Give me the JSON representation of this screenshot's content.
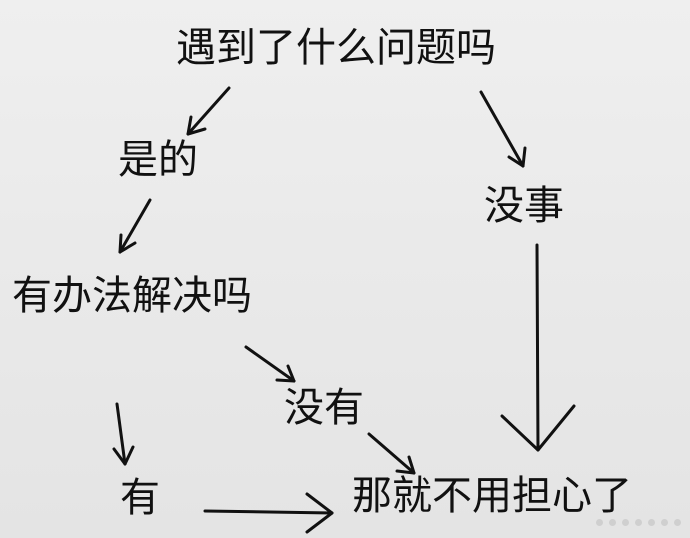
{
  "diagram": {
    "nodes": {
      "start": "遇到了什么问题吗",
      "yes": "是的",
      "fine": "没事",
      "solvable": "有办法解决吗",
      "no": "没有",
      "have": "有",
      "end": "那就不用担心了"
    }
  }
}
